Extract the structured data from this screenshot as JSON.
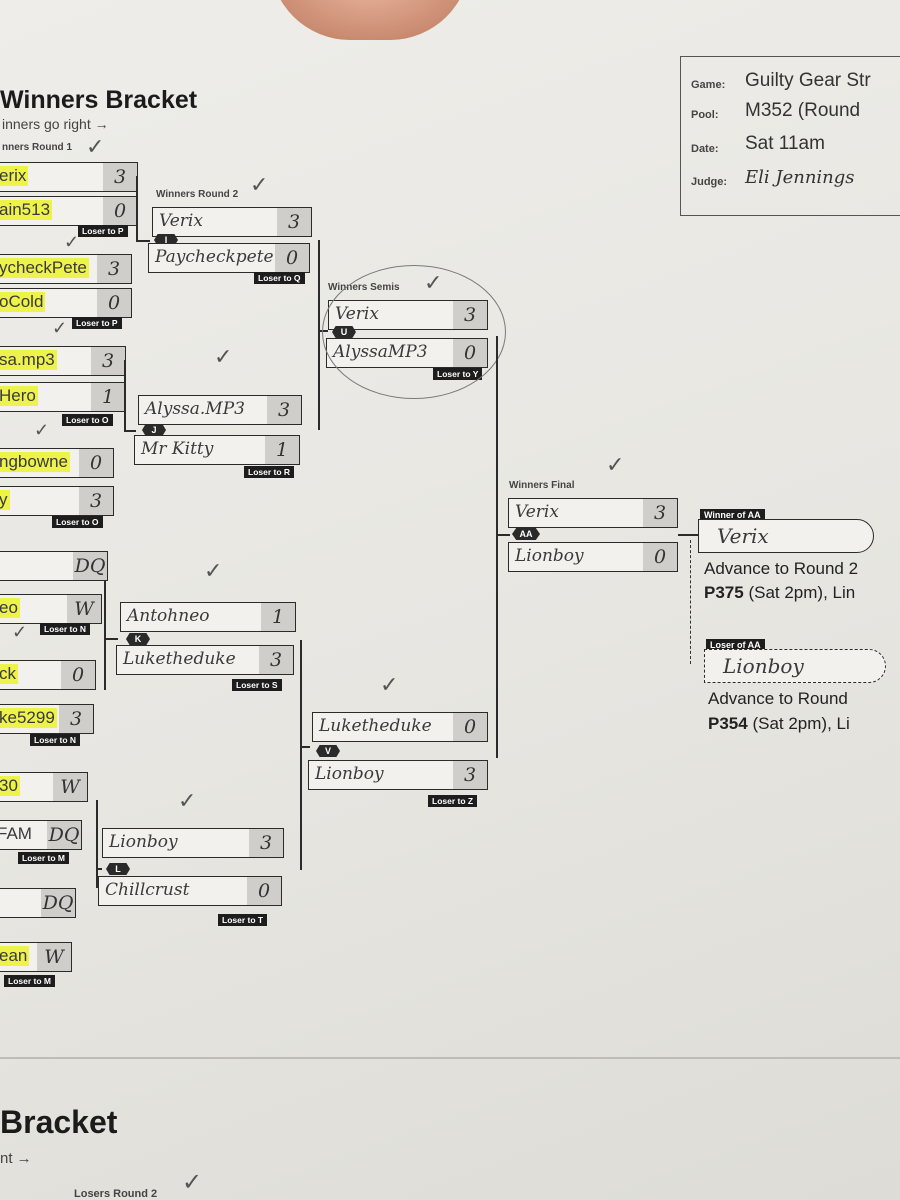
{
  "header": {
    "title": "Winners Bracket",
    "subtitle": "inners go right →",
    "round1_label": "nners Round 1",
    "round2_label": "Winners Round 2",
    "semis_label": "Winners Semis",
    "final_label": "Winners Final"
  },
  "info_box": {
    "game_label": "Game:",
    "game": "Guilty Gear Str",
    "pool_label": "Pool:",
    "pool": "M352 (Round",
    "date_label": "Date:",
    "date": "Sat 11am",
    "judge_label": "Judge:",
    "judge": "Eli Jennings"
  },
  "round1": [
    {
      "name": "erix",
      "score": "3"
    },
    {
      "name": "ain513",
      "score": "0",
      "tag": "Loser to P"
    },
    {
      "name": "ycheckPete",
      "score": "3"
    },
    {
      "name": "oCold",
      "score": "0",
      "tag": "Loser to P"
    },
    {
      "name": "sa.mp3",
      "score": "3"
    },
    {
      "name": "Hero",
      "score": "1",
      "tag": "Loser to O"
    },
    {
      "name": "ngbowne",
      "score": "0"
    },
    {
      "name": "y",
      "score": "3",
      "tag": "Loser to O"
    },
    {
      "name": "",
      "score": "DQ"
    },
    {
      "name": "eo",
      "score": "W",
      "tag": "Loser to N"
    },
    {
      "name": "ck",
      "score": "0"
    },
    {
      "name": "ke5299",
      "score": "3",
      "tag": "Loser to N"
    },
    {
      "name": "30",
      "score": "W"
    },
    {
      "name": "FAM",
      "score": "DQ",
      "tag": "Loser to M"
    },
    {
      "name": "",
      "score": "DQ"
    },
    {
      "name": "ean",
      "score": "W",
      "tag": "Loser to M"
    }
  ],
  "round2": [
    {
      "match": "I",
      "top": {
        "name": "Verix",
        "score": "3"
      },
      "bottom": {
        "name": "Paycheckpete",
        "score": "0"
      },
      "tag": "Loser to Q"
    },
    {
      "match": "J",
      "top": {
        "name": "Alyssa.MP3",
        "score": "3"
      },
      "bottom": {
        "name": "Mr Kitty",
        "score": "1"
      },
      "tag": "Loser to R"
    },
    {
      "match": "K",
      "top": {
        "name": "Antohneo",
        "score": "1"
      },
      "bottom": {
        "name": "Luketheduke",
        "score": "3"
      },
      "tag": "Loser to S"
    },
    {
      "match": "L",
      "top": {
        "name": "Lionboy",
        "score": "3"
      },
      "bottom": {
        "name": "Chillcrust",
        "score": "0"
      },
      "tag": "Loser to T"
    }
  ],
  "semis": [
    {
      "match": "U",
      "top": {
        "name": "Verix",
        "score": "3"
      },
      "bottom": {
        "name": "AlyssaMP3",
        "score": "0"
      },
      "tag": "Loser to Y"
    },
    {
      "match": "V",
      "top": {
        "name": "Luketheduke",
        "score": "0"
      },
      "bottom": {
        "name": "Lionboy",
        "score": "3"
      },
      "tag": "Loser to Z"
    }
  ],
  "final": {
    "match": "AA",
    "top": {
      "name": "Verix",
      "score": "3"
    },
    "bottom": {
      "name": "Lionboy",
      "score": "0"
    }
  },
  "winner_box": {
    "label": "Winner of AA",
    "name": "Verix",
    "advance": "Advance to Round 2",
    "pool_code": "P375",
    "pool_time": "(Sat 2pm), Lin"
  },
  "loser_box": {
    "label": "Loser of AA",
    "name": "Lionboy",
    "advance": "Advance to Round",
    "pool_code": "P354",
    "pool_time": "(Sat 2pm), Li"
  },
  "losers_section": {
    "title": "Bracket",
    "subtitle": "nt →",
    "round_label": "Losers Round 2"
  },
  "checkmark": "✓"
}
